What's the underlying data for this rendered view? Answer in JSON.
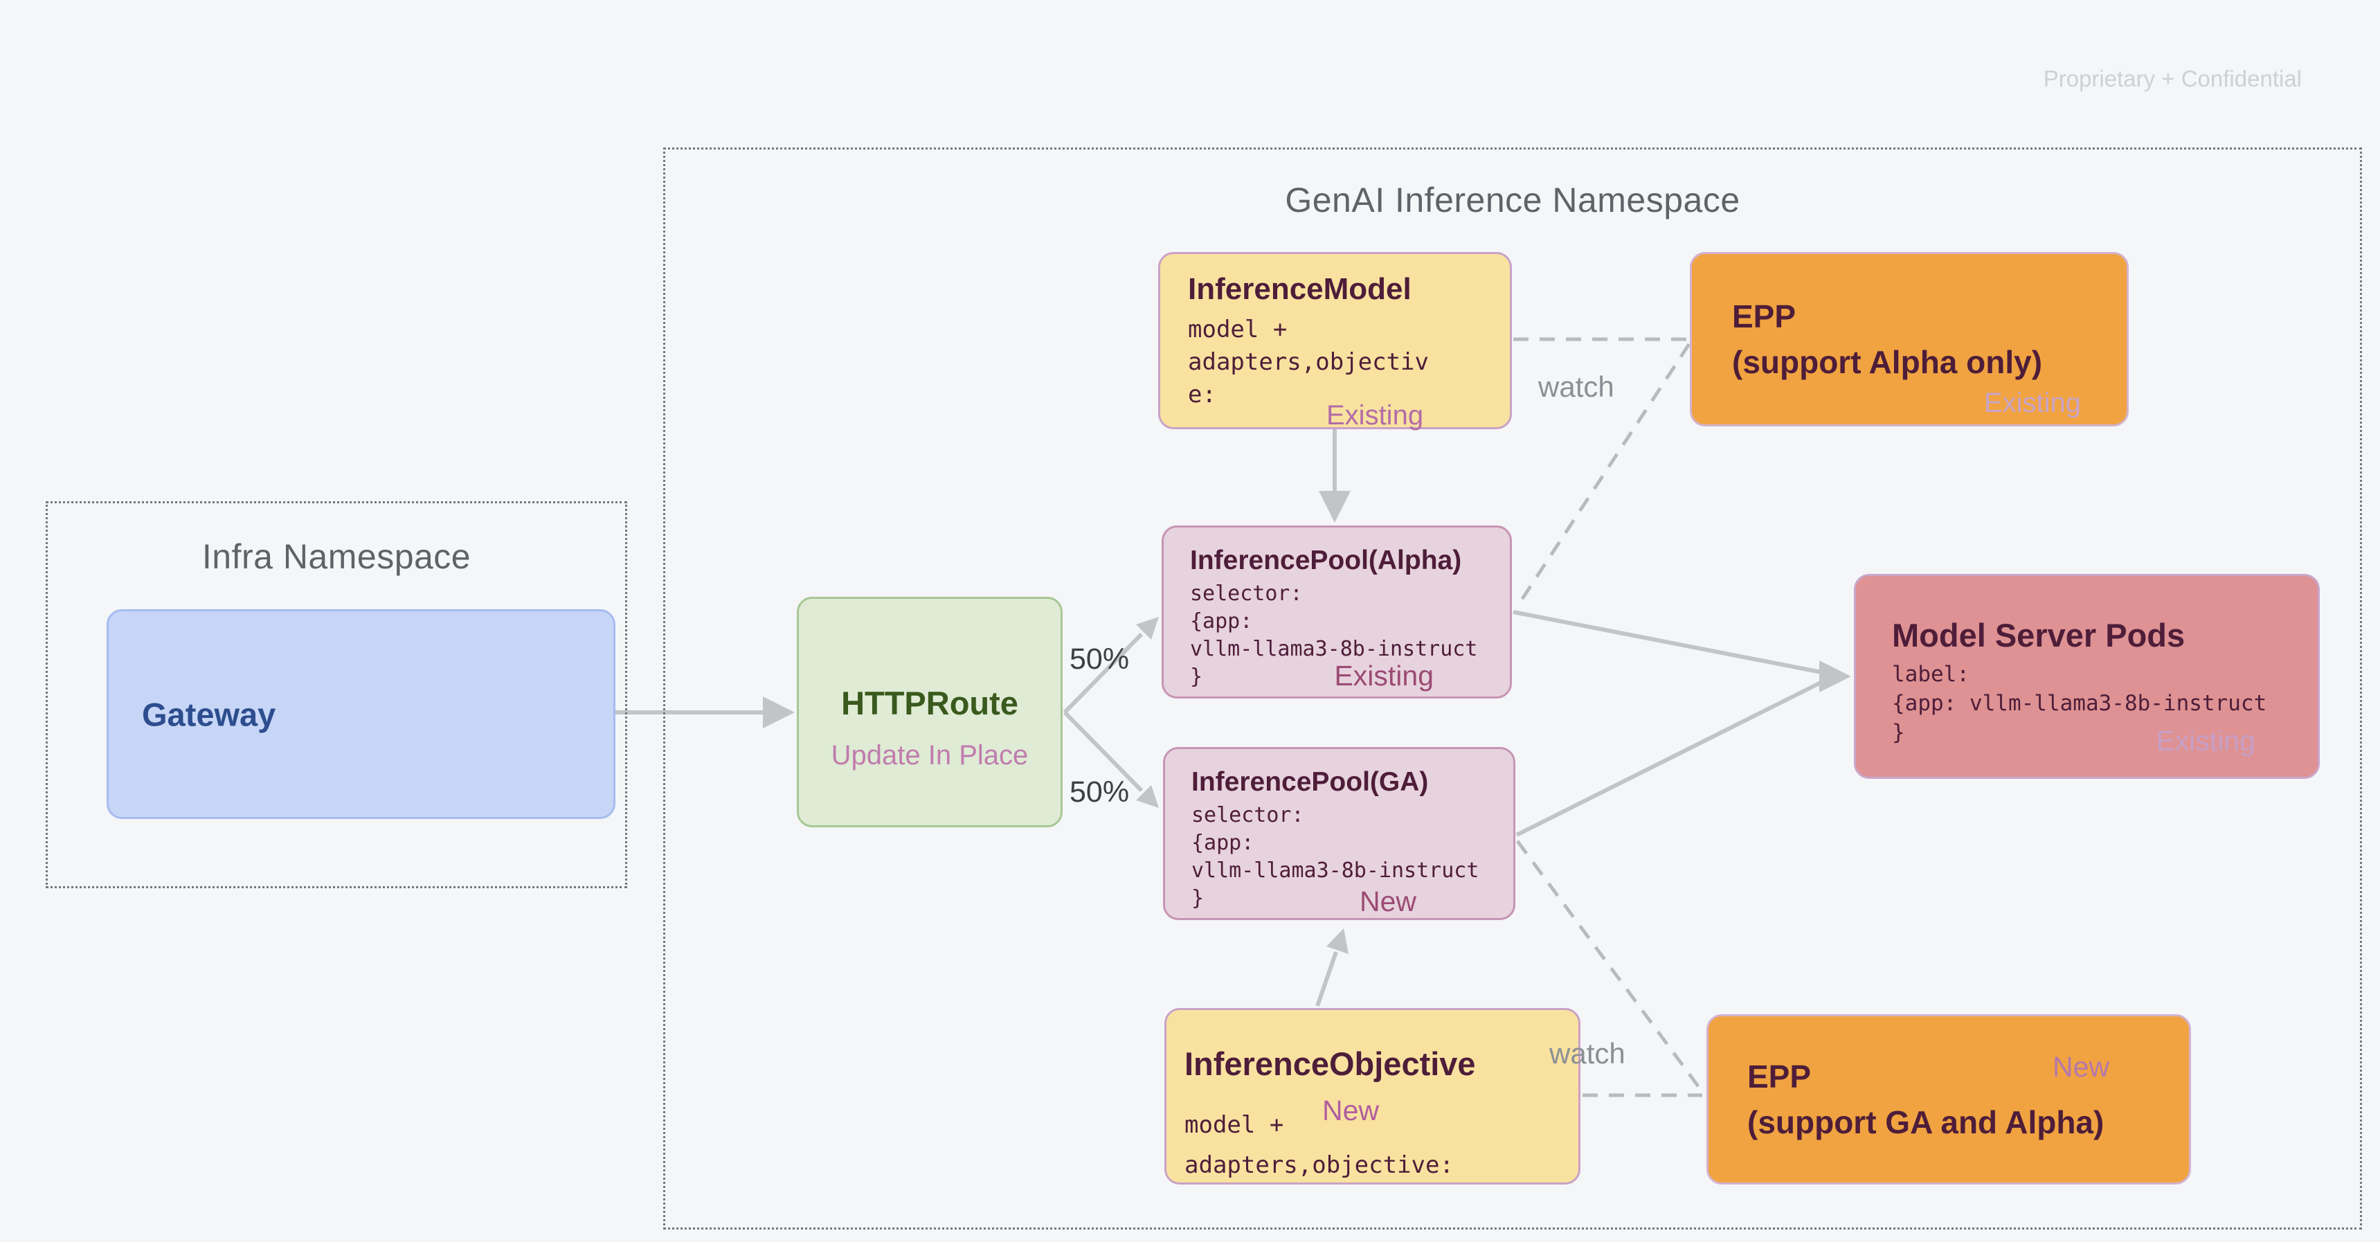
{
  "watermark": "Proprietary + Confidential",
  "colors": {
    "background": "#F5F6F8",
    "yellow_fill": "#F9E2A0",
    "orange_fill": "#F0A340",
    "pool_fill": "#E7D3DE",
    "pods_fill": "#DE9293",
    "green_fill": "#DFEBD4",
    "blue_fill": "#C7D6F7",
    "maroon_text": "#4E1D39",
    "namespace_text": "#5F6368",
    "arrow_gray": "#C2C4C6",
    "dash_gray": "#B8BABC"
  },
  "infra": {
    "title": "Infra Namespace",
    "gateway": {
      "label": "Gateway"
    }
  },
  "genai": {
    "title": "GenAI Inference Namespace",
    "httproute": {
      "title": "HTTPRoute",
      "subtitle": "Update In Place"
    },
    "inference_model": {
      "title": "InferenceModel",
      "code": "model +\nadapters,objectiv\ne:",
      "status": "Existing"
    },
    "epp_alpha": {
      "title": "EPP\n(support Alpha only)",
      "status": "Existing"
    },
    "pool_alpha": {
      "title": "InferencePool(Alpha)",
      "code": "selector:\n{app:\nvllm-llama3-8b-instruct\n}",
      "status": "Existing"
    },
    "pool_ga": {
      "title": "InferencePool(GA)",
      "code": "selector:\n{app:\nvllm-llama3-8b-instruct\n}",
      "status": "New"
    },
    "model_server_pods": {
      "title": "Model Server Pods",
      "code": "label:\n{app: vllm-llama3-8b-instruct\n}",
      "status": "Existing"
    },
    "inference_objective": {
      "title": "InferenceObjective",
      "code": "model +\nadapters,objective:",
      "status": "New"
    },
    "epp_ga": {
      "title": "EPP\n(support GA and Alpha)",
      "status": "New"
    },
    "labels": {
      "split_top": "50%",
      "split_bottom": "50%",
      "watch_top": "watch",
      "watch_bottom": "watch"
    }
  }
}
